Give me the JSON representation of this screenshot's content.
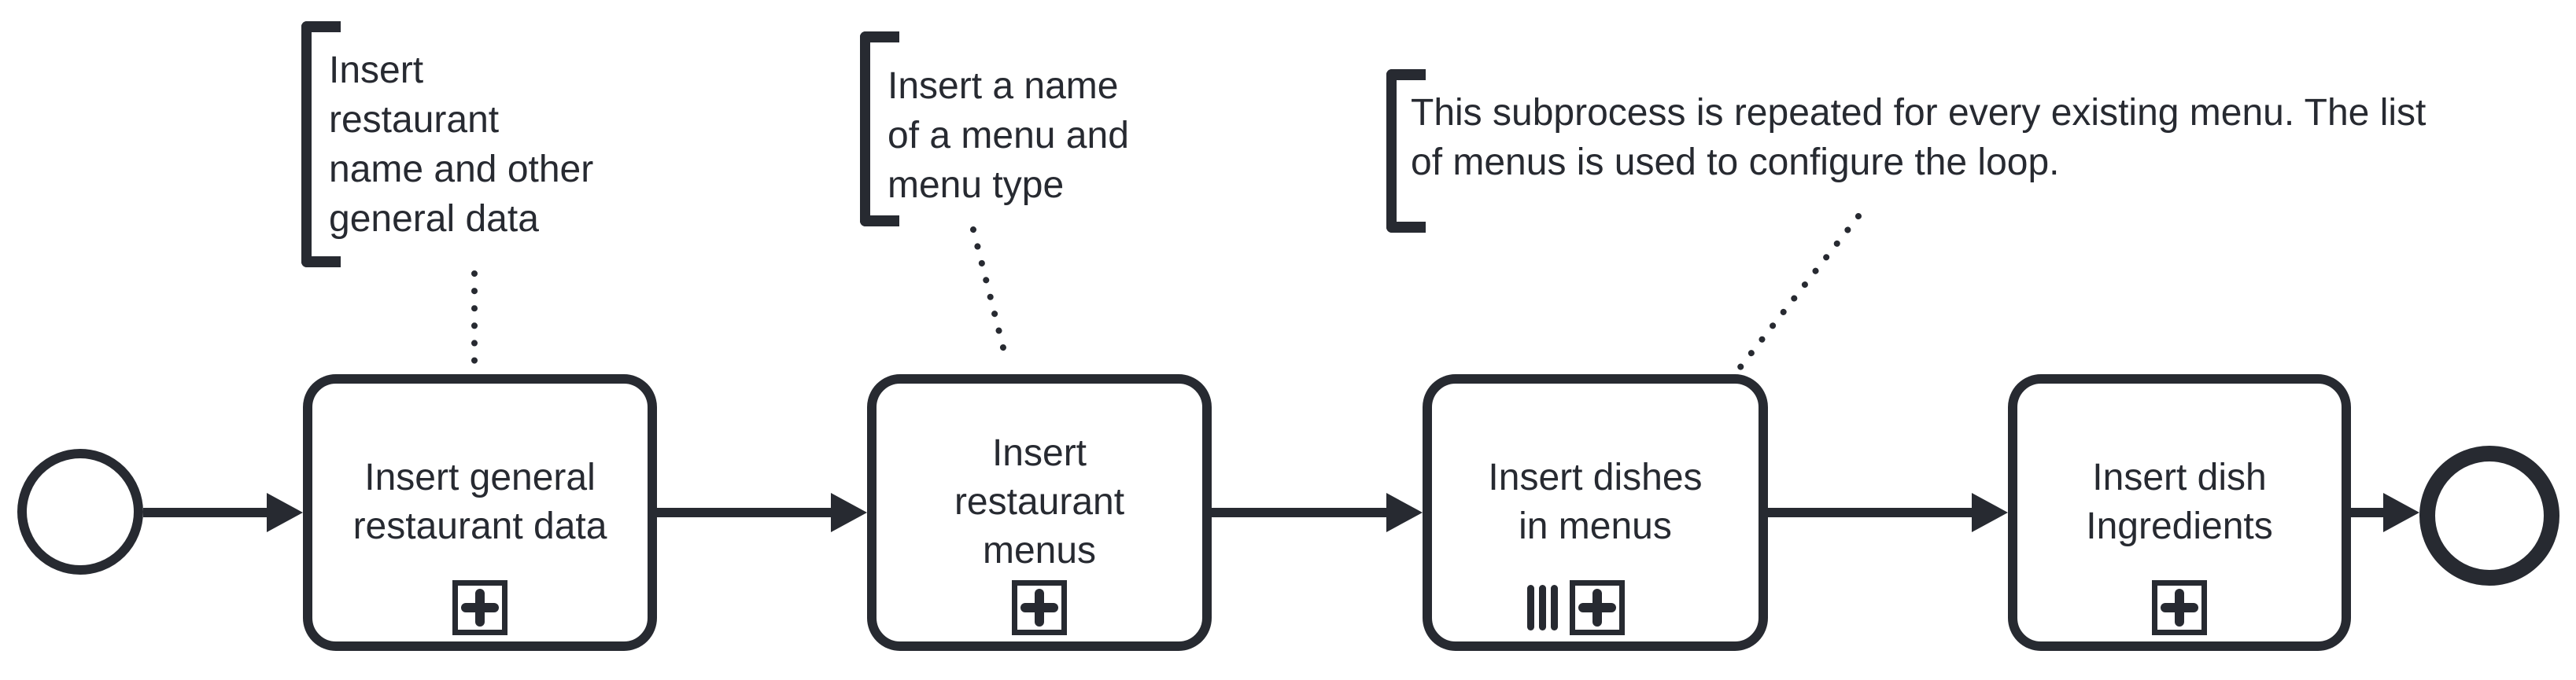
{
  "diagram": {
    "kind": "BPMN process",
    "ink_color": "#272a31",
    "background_color": "#ffffff"
  },
  "annotations": [
    {
      "id": "annotation-1",
      "lines": [
        "Insert",
        "restaurant",
        "name and other",
        "general data"
      ]
    },
    {
      "id": "annotation-2",
      "lines": [
        "Insert a name",
        "of a menu and",
        "menu type"
      ]
    },
    {
      "id": "annotation-3",
      "lines": [
        "This subprocess is repeated for every existing menu. The list",
        "of menus is used to configure the loop."
      ]
    }
  ],
  "tasks": [
    {
      "id": "task-insert-general-restaurant-data",
      "lines": [
        "Insert general",
        "restaurant data"
      ],
      "markers": [
        "subprocess-plus"
      ]
    },
    {
      "id": "task-insert-restaurant-menus",
      "lines": [
        "Insert",
        "restaurant",
        "menus"
      ],
      "markers": [
        "subprocess-plus"
      ]
    },
    {
      "id": "task-insert-dishes-in-menus",
      "lines": [
        "Insert dishes",
        "in menus"
      ],
      "markers": [
        "multi-instance-parallel",
        "subprocess-plus"
      ]
    },
    {
      "id": "task-insert-dish-ingredients",
      "lines": [
        "Insert dish",
        "Ingredients"
      ],
      "markers": [
        "subprocess-plus"
      ]
    }
  ],
  "events": [
    {
      "id": "start-event",
      "kind": "start"
    },
    {
      "id": "end-event",
      "kind": "end"
    }
  ],
  "flows": {
    "count": 5,
    "direction": "left-to-right"
  }
}
